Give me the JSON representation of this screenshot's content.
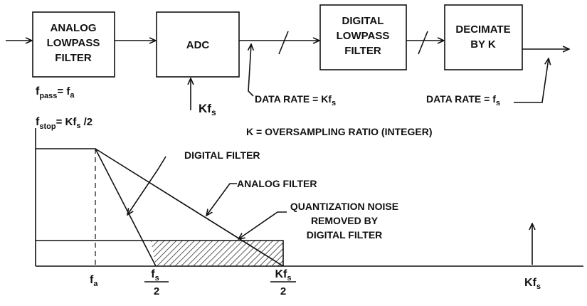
{
  "blocks": {
    "analog_lpf": [
      "ANALOG",
      "LOWPASS",
      "FILTER"
    ],
    "adc": "ADC",
    "digital_lpf": [
      "DIGITAL",
      "LOWPASS",
      "FILTER"
    ],
    "decimate": [
      "DECIMATE",
      "BY K"
    ]
  },
  "labels": {
    "fpass_main": "f",
    "fpass_sub": "pass",
    "fpass_rhs_main": "= f",
    "fpass_rhs_sub": "a",
    "fstop_main": "f",
    "fstop_sub": "stop",
    "fstop_rhs_a": "= Kf",
    "fstop_rhs_sub": "s",
    "fstop_rhs_b": " /2",
    "kfs_in_main": "Kf",
    "kfs_in_sub": "s",
    "data_rate_1_main": "DATA RATE = Kf",
    "data_rate_1_sub": "s",
    "data_rate_2_main": "DATA RATE = f",
    "data_rate_2_sub": "s",
    "k_def": "K = OVERSAMPLING RATIO (INTEGER)",
    "digital_filter": "DIGITAL FILTER",
    "analog_filter": "ANALOG FILTER",
    "noise_1": "QUANTIZATION NOISE",
    "noise_2": "REMOVED BY",
    "noise_3": "DIGITAL FILTER"
  },
  "axis": {
    "fa_main": "f",
    "fa_sub": "a",
    "fs2_num_main": "f",
    "fs2_num_sub": "s",
    "fs2_den": "2",
    "kfs2_num_main": "Kf",
    "kfs2_num_sub": "s",
    "kfs2_den": "2",
    "kfs_main": "Kf",
    "kfs_sub": "s"
  }
}
